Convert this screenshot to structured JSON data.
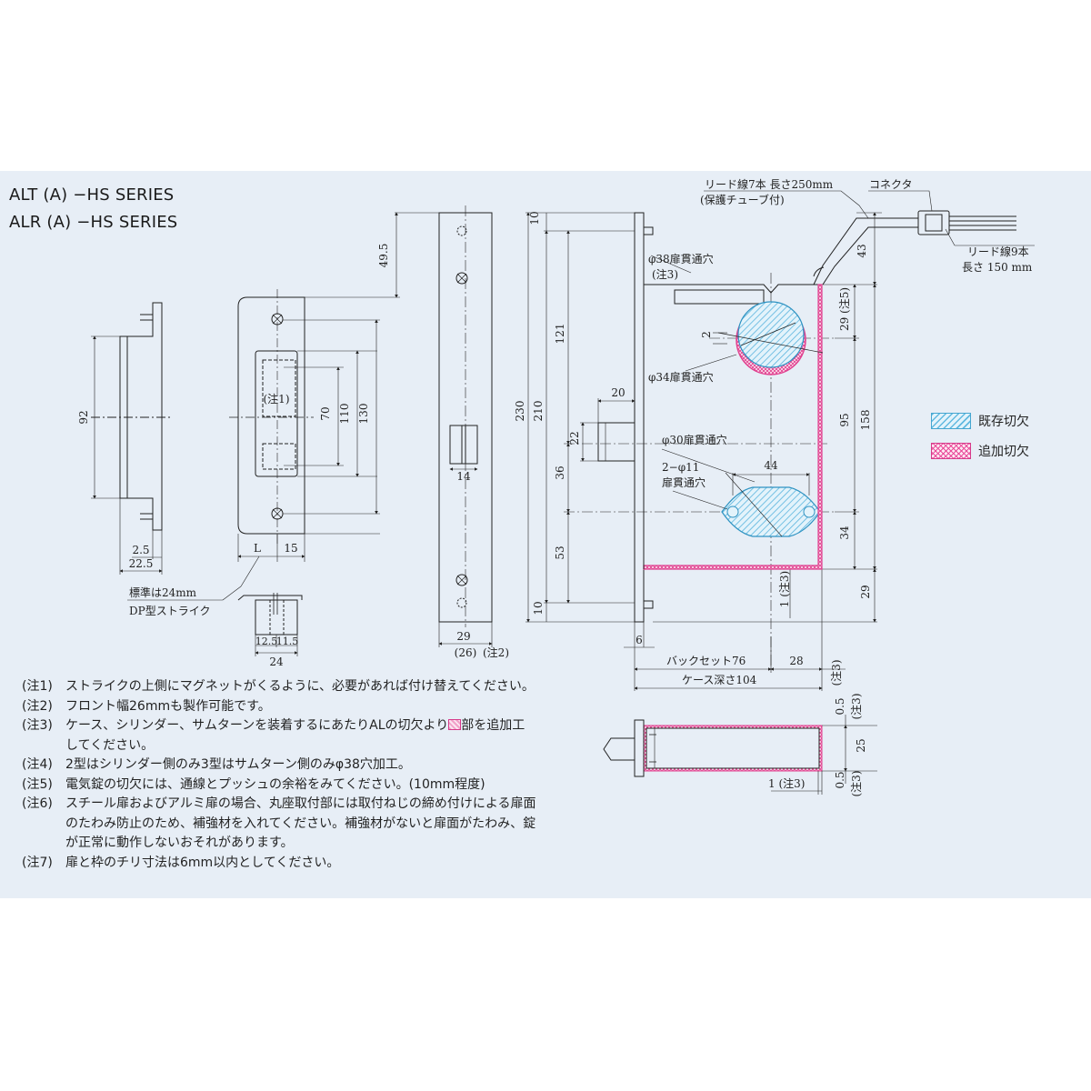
{
  "titles": [
    "ALT (A) −HS SERIES",
    "ALR (A) −HS SERIES"
  ],
  "strike": {
    "dim_92": "92",
    "dim_2_5": "2.5",
    "dim_22_5": "22.5",
    "dim_L": "L",
    "dim_15": "15",
    "dim_70": "70",
    "dim_110": "110",
    "dim_130": "130",
    "note1": "(注1)",
    "standard_note": "標準は24mm",
    "dp_type": "DP型ストライク",
    "dim_12_5": "12.5",
    "dim_11_5": "11.5",
    "dim_24": "24"
  },
  "front": {
    "dim_49_5": "49.5",
    "dim_14": "14",
    "dim_29": "29",
    "dim_26": "(26)",
    "note2": "(注2)"
  },
  "body": {
    "dim_10_top": "10",
    "dim_230": "230",
    "dim_210": "210",
    "dim_121": "121",
    "dim_22": "22",
    "dim_36": "36",
    "dim_53": "53",
    "dim_10_bottom": "10",
    "dim_20": "20",
    "dim_6": "6",
    "dim_2": "2",
    "dim_44": "44",
    "dim_28": "28",
    "dim_43": "43",
    "dim_29_note5": "29 (注5)",
    "dim_95": "95",
    "dim_158": "158",
    "dim_34": "34",
    "dim_29_lower": "29",
    "dim_1_note3": "1 (注3)",
    "lead_wire_7": "リード線7本 長さ250mm",
    "protective_tube": "(保護チューブ付)",
    "connector": "コネクタ",
    "lead_wire_9": "リード線9本",
    "length_150": "長さ 150 mm",
    "hole_38": "φ38扉貫通穴",
    "note3": "(注3)",
    "hole_34": "φ34扉貫通穴",
    "hole_30": "φ30扉貫通穴",
    "hole_2_11": "2−φ11",
    "hole_2_11_b": "扉貫通穴",
    "backset": "バックセット76",
    "case_depth": "ケース深さ104",
    "note3_vertical": "(注3)"
  },
  "side": {
    "dim_0_5_top": "0.5",
    "dim_25": "25",
    "dim_0_5_bottom": "0.5",
    "dim_1_note3": "1 (注3)",
    "note3_top": "(注3)",
    "note3_bottom": "(注3)"
  },
  "legend": [
    {
      "label": "既存切欠",
      "color": "#5ab4de"
    },
    {
      "label": "追加切欠",
      "color": "#e0408f"
    }
  ],
  "notes": [
    {
      "label": "(注1)",
      "text": "ストライクの上側にマグネットがくるように、必要があれば付け替えてください。"
    },
    {
      "label": "(注2)",
      "text": "フロント幅26mmも製作可能です。"
    },
    {
      "label": "(注3)",
      "text_before": "ケース、シリンダー、サムターンを装着するにあたりALの切欠より",
      "text_after": "部を追加工\nしてください。"
    },
    {
      "label": "(注4)",
      "text": "2型はシリンダー側のみ3型はサムターン側のみφ38穴加工。"
    },
    {
      "label": "(注5)",
      "text": "電気錠の切欠には、通線とプッシュの余裕をみてください。(10mm程度)"
    },
    {
      "label": "(注6)",
      "text": "スチール扉およびアルミ扉の場合、丸座取付部には取付ねじの締め付けによる扉面\nのたわみ防止のため、補強材を入れてください。補強材がないと扉面がたわみ、錠\nが正常に動作しないおそれがあります。"
    },
    {
      "label": "(注7)",
      "text": "扉と枠のチリ寸法は6mm以内としてください。"
    }
  ],
  "colors": {
    "panel": "#e7eef6",
    "line": "#222222",
    "existing_cut": "#5ab4de",
    "additional_cut": "#e0408f"
  }
}
